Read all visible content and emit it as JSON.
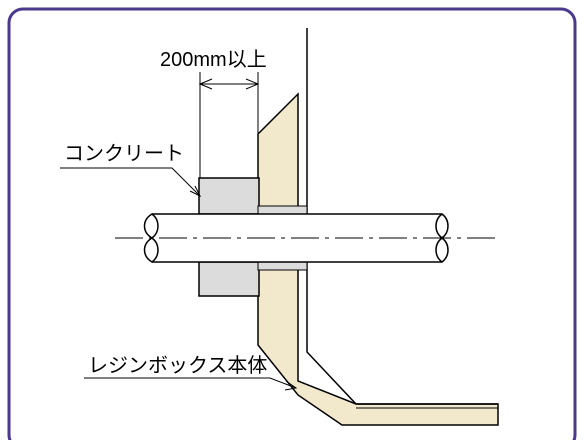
{
  "labels": {
    "dimension": "200mm以上",
    "concrete": "コンクリート",
    "box_body": "レジンボックス本体"
  },
  "colors": {
    "frame_border": "#4b3a8c",
    "wall_fill": "#f2e8cc",
    "concrete_fill": "#dcdcdc",
    "line": "#000000"
  }
}
